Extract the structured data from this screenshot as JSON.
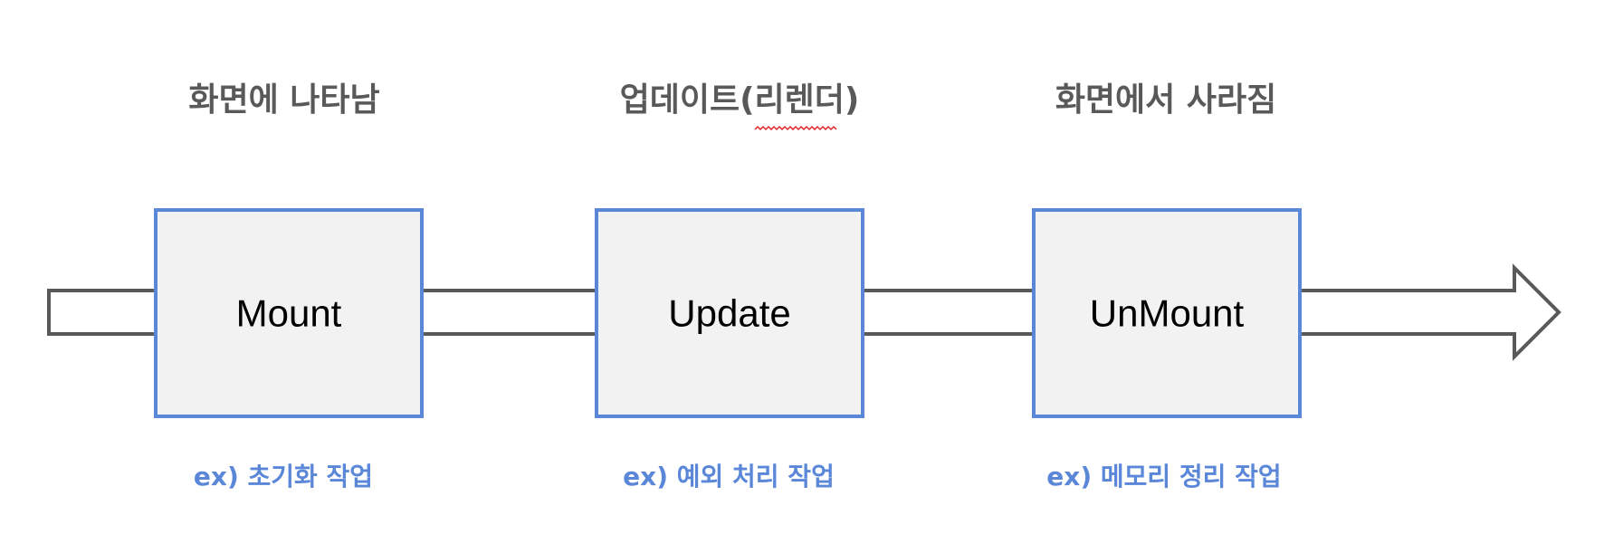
{
  "colors": {
    "background": "#ffffff",
    "arrow_fill": "#ffffff",
    "arrow_stroke": "#595959",
    "box_fill": "#f2f2f2",
    "box_stroke": "#5b87d9",
    "title_text": "#595959",
    "label_text": "#000000",
    "example_text": "#5b87d9",
    "spellcheck_underline": "#e02020"
  },
  "flow": {
    "arrow_direction": "right"
  },
  "stages": [
    {
      "id": "mount",
      "title": "화면에 나타남",
      "label": "Mount",
      "example": "ex) 초기화 작업"
    },
    {
      "id": "update",
      "title": "업데이트(리렌더)",
      "label": "Update",
      "example": "ex) 예외 처리 작업"
    },
    {
      "id": "unmount",
      "title": "화면에서 사라짐",
      "label": "UnMount",
      "example": "ex) 메모리 정리 작업"
    }
  ]
}
